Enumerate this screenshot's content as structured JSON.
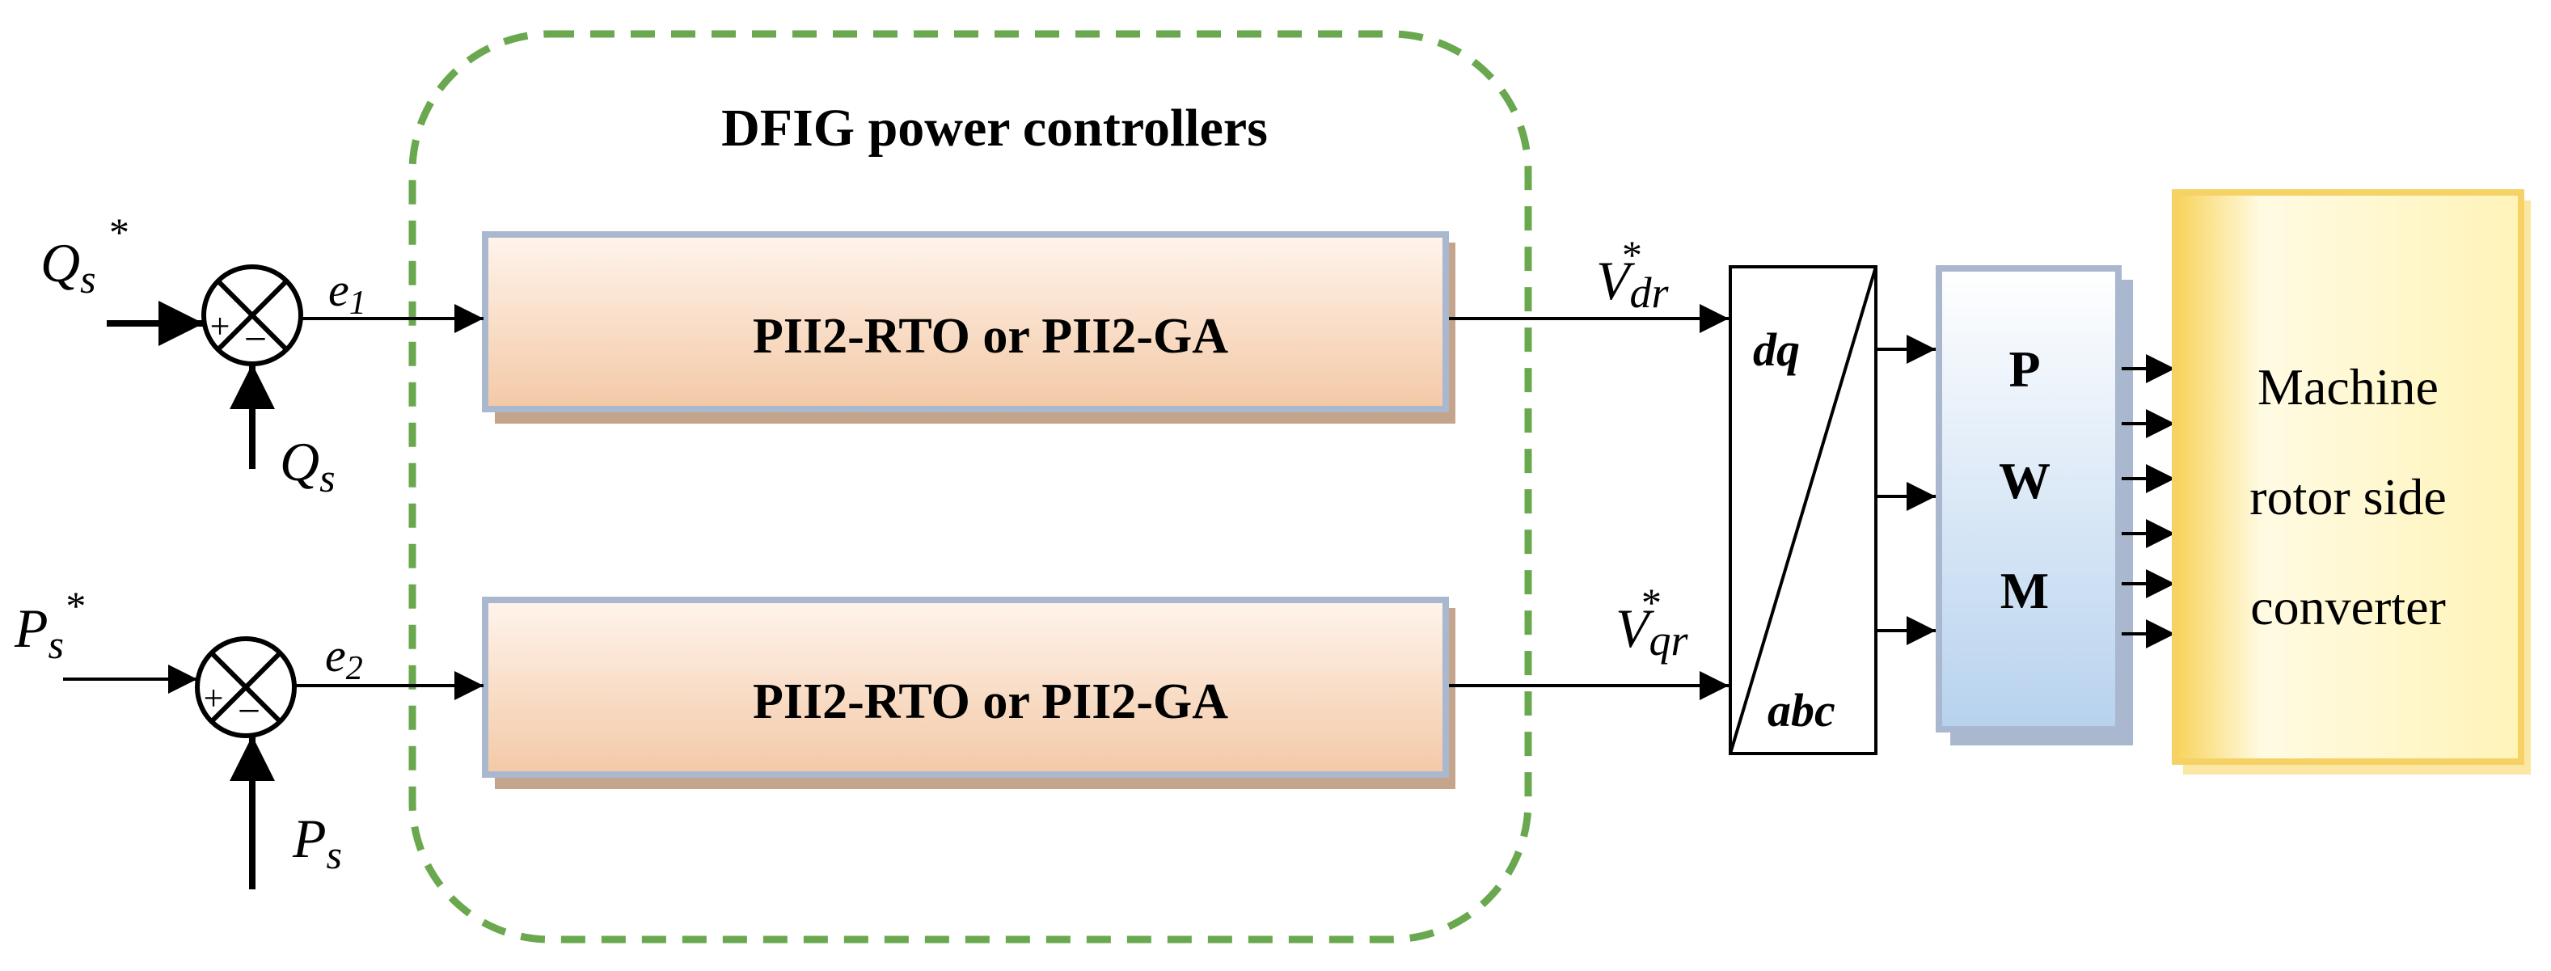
{
  "group": {
    "title": "DFIG power controllers",
    "border_color": "#6aa84f"
  },
  "controllers": [
    {
      "label": "PII2-RTO or PII2-GA"
    },
    {
      "label": "PII2-RTO or PII2-GA"
    }
  ],
  "inputs": {
    "q_ref": {
      "base": "Q",
      "sub": "s",
      "sup": "*"
    },
    "q_meas": {
      "base": "Q",
      "sub": "s"
    },
    "p_ref": {
      "base": "P",
      "sub": "s",
      "sup": "*"
    },
    "p_meas": {
      "base": "P",
      "sub": "s"
    }
  },
  "errors": {
    "e1": {
      "base": "e",
      "sub": "1"
    },
    "e2": {
      "base": "e",
      "sub": "2"
    }
  },
  "summer_signs": {
    "plus": "+",
    "minus": "−"
  },
  "voltages": {
    "vdr": {
      "base": "V",
      "sub": "dr",
      "sup": "*"
    },
    "vqr": {
      "base": "V",
      "sub": "qr",
      "sup": "*"
    }
  },
  "transform": {
    "top": "dq",
    "bottom": "abc"
  },
  "pwm": {
    "letters": [
      "P",
      "W",
      "M"
    ]
  },
  "converter": {
    "lines": [
      "Machine",
      "rotor side",
      "converter"
    ]
  },
  "colors": {
    "controller_fill_top": "#fff4ec",
    "controller_fill_bottom": "#f3c9a6",
    "controller_border": "#a9b8cf",
    "controller_shadow": "#c4a48b",
    "pwm_fill_top": "#ffffff",
    "pwm_fill_bottom": "#b7d2ee",
    "pwm_border": "#a9b8cf",
    "converter_fill_top": "#fffbe3",
    "converter_fill_bottom": "#f8d35a",
    "converter_border": "#f6d266"
  }
}
